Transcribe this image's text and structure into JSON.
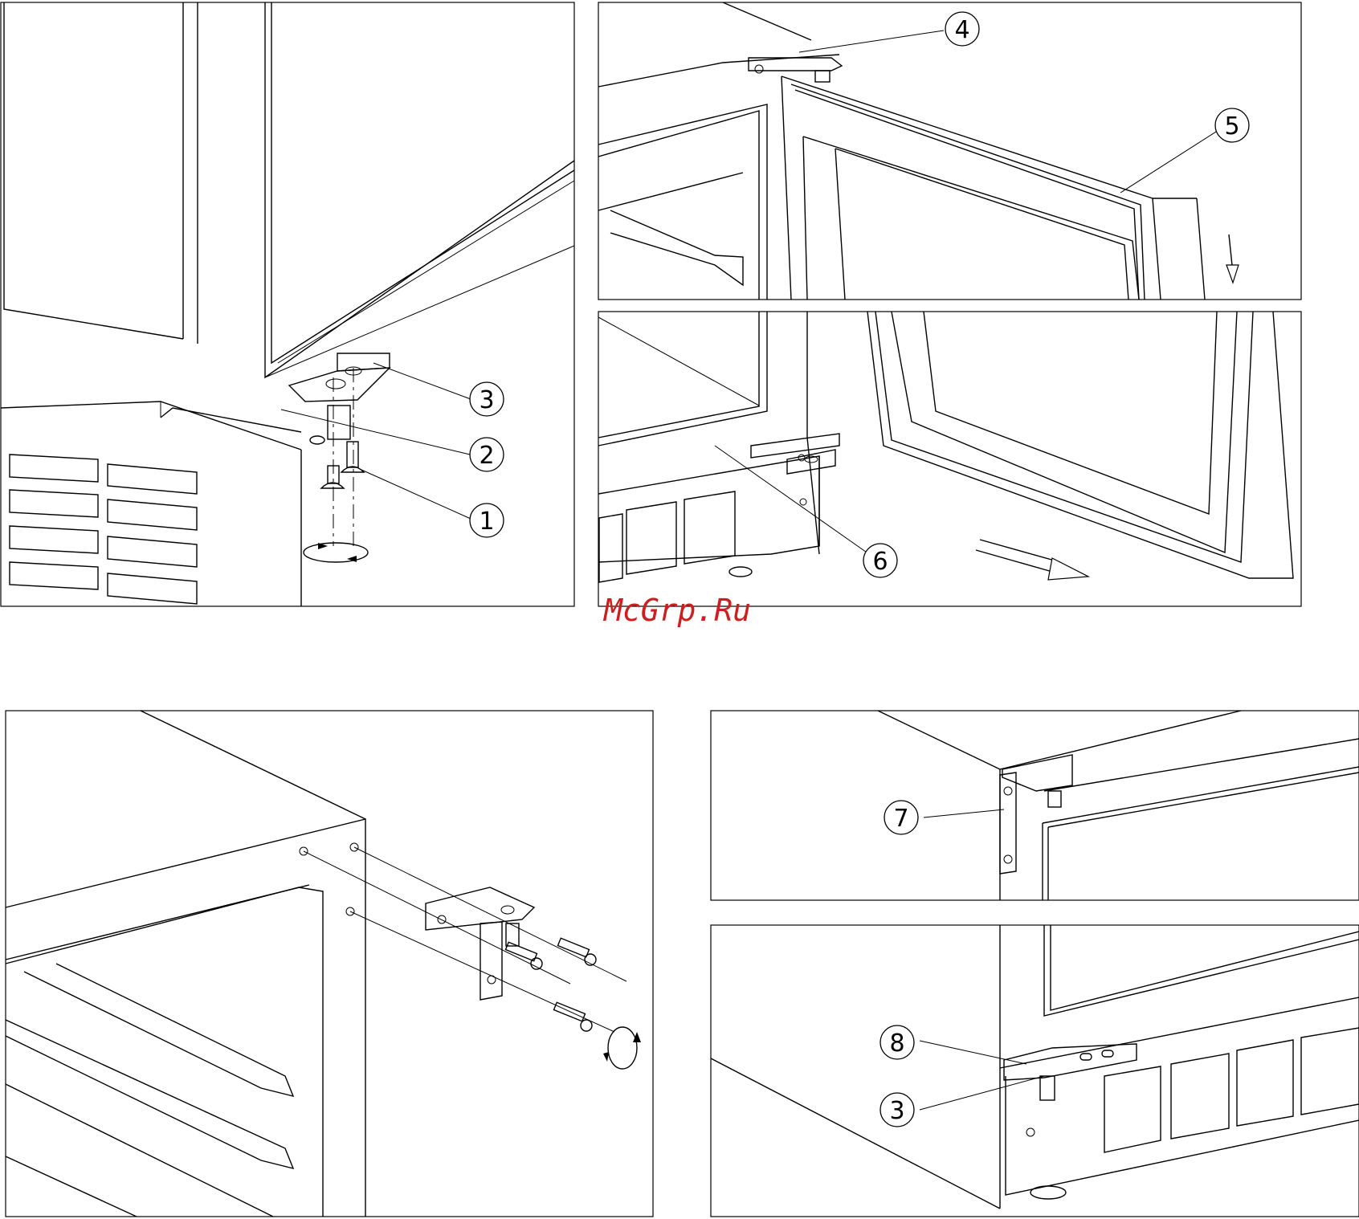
{
  "watermark": "McGrp.Ru",
  "panels": [
    {
      "id": "a",
      "callouts": [
        "3",
        "2",
        "1"
      ]
    },
    {
      "id": "b",
      "callouts": [
        "4",
        "5"
      ]
    },
    {
      "id": "c",
      "callouts": [
        "6"
      ]
    },
    {
      "id": "d",
      "callouts": []
    },
    {
      "id": "e",
      "callouts": [
        "7"
      ]
    },
    {
      "id": "f",
      "callouts": [
        "8",
        "3"
      ]
    }
  ]
}
